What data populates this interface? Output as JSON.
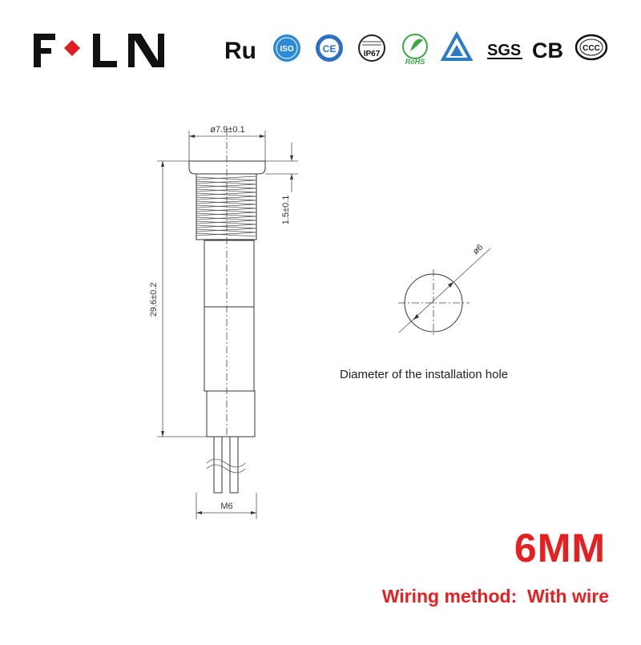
{
  "brand": {
    "logo_text": "FILN",
    "accent_color": "#e02020",
    "text_color": "#111111"
  },
  "certifications": [
    {
      "name": "UL",
      "icon": "ul-icon",
      "text": "ʀu"
    },
    {
      "name": "ISO",
      "icon": "iso-badge-icon",
      "text": "ISO"
    },
    {
      "name": "CE",
      "icon": "ce-badge-icon",
      "text": "CE"
    },
    {
      "name": "IP67",
      "icon": "ip67-icon",
      "text": "IP67"
    },
    {
      "name": "RoHS",
      "icon": "rohs-icon",
      "text": "RoHS"
    },
    {
      "name": "TUV",
      "icon": "triangle-mark-icon",
      "text": ""
    },
    {
      "name": "SGS",
      "icon": "sgs-icon",
      "text": "SGS"
    },
    {
      "name": "CB",
      "icon": "cb-icon",
      "text": "CB"
    },
    {
      "name": "CCC",
      "icon": "ccc-icon",
      "text": "CCC"
    }
  ],
  "drawing": {
    "head_diameter": "ø7.9±0.1",
    "head_height": "1.5±0.1",
    "total_length": "29.6±0.2",
    "thread": "M6",
    "hole_diameter": "ø6"
  },
  "caption": "Diameter of the installation hole",
  "size_label": "6MM",
  "wiring_label": "Wiring method:  With wire",
  "highlight_color": "#e62020"
}
